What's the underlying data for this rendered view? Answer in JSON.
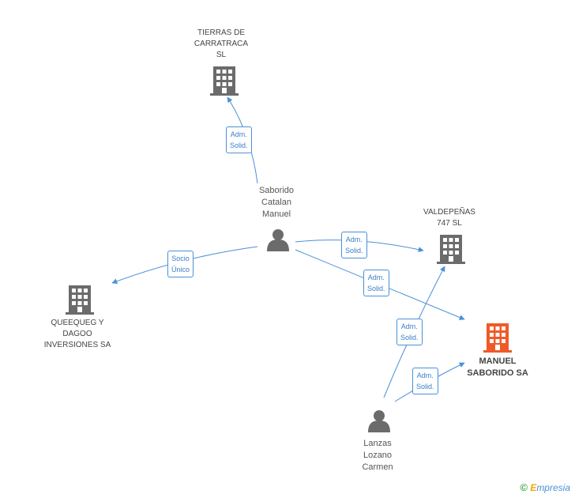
{
  "nodes": {
    "tierras": {
      "label": "TIERRAS DE\nCARRATRACA\nSL",
      "type": "company"
    },
    "saborido": {
      "label": "Saborido\nCatalan\nManuel",
      "type": "person"
    },
    "valdepenas": {
      "label": "VALDEPEÑAS\n747  SL",
      "type": "company"
    },
    "queequeg": {
      "label": "QUEEQUEG Y\nDAGOO\nINVERSIONES SA",
      "type": "company"
    },
    "manuel_sa": {
      "label": "MANUEL\nSABORIDO SA",
      "type": "company-highlight"
    },
    "lanzas": {
      "label": "Lanzas\nLozano\nCarmen",
      "type": "person"
    }
  },
  "edges": [
    {
      "from": "saborido",
      "to": "tierras",
      "label": "Adm.\nSolid."
    },
    {
      "from": "saborido",
      "to": "queequeg",
      "label": "Socio\nÚnico"
    },
    {
      "from": "saborido",
      "to": "valdepenas",
      "label": "Adm.\nSolid."
    },
    {
      "from": "saborido",
      "to": "manuel_sa",
      "label": "Adm.\nSolid."
    },
    {
      "from": "lanzas",
      "to": "valdepenas",
      "label": "Adm.\nSolid."
    },
    {
      "from": "lanzas",
      "to": "manuel_sa",
      "label": "Adm.\nSolid."
    }
  ],
  "colors": {
    "edge": "#4a90d9",
    "icon": "#6b6b6b",
    "highlight": "#f05a28"
  },
  "footer": {
    "copyright": "©",
    "brand_e": "E",
    "brand_rest": "mpresia"
  }
}
